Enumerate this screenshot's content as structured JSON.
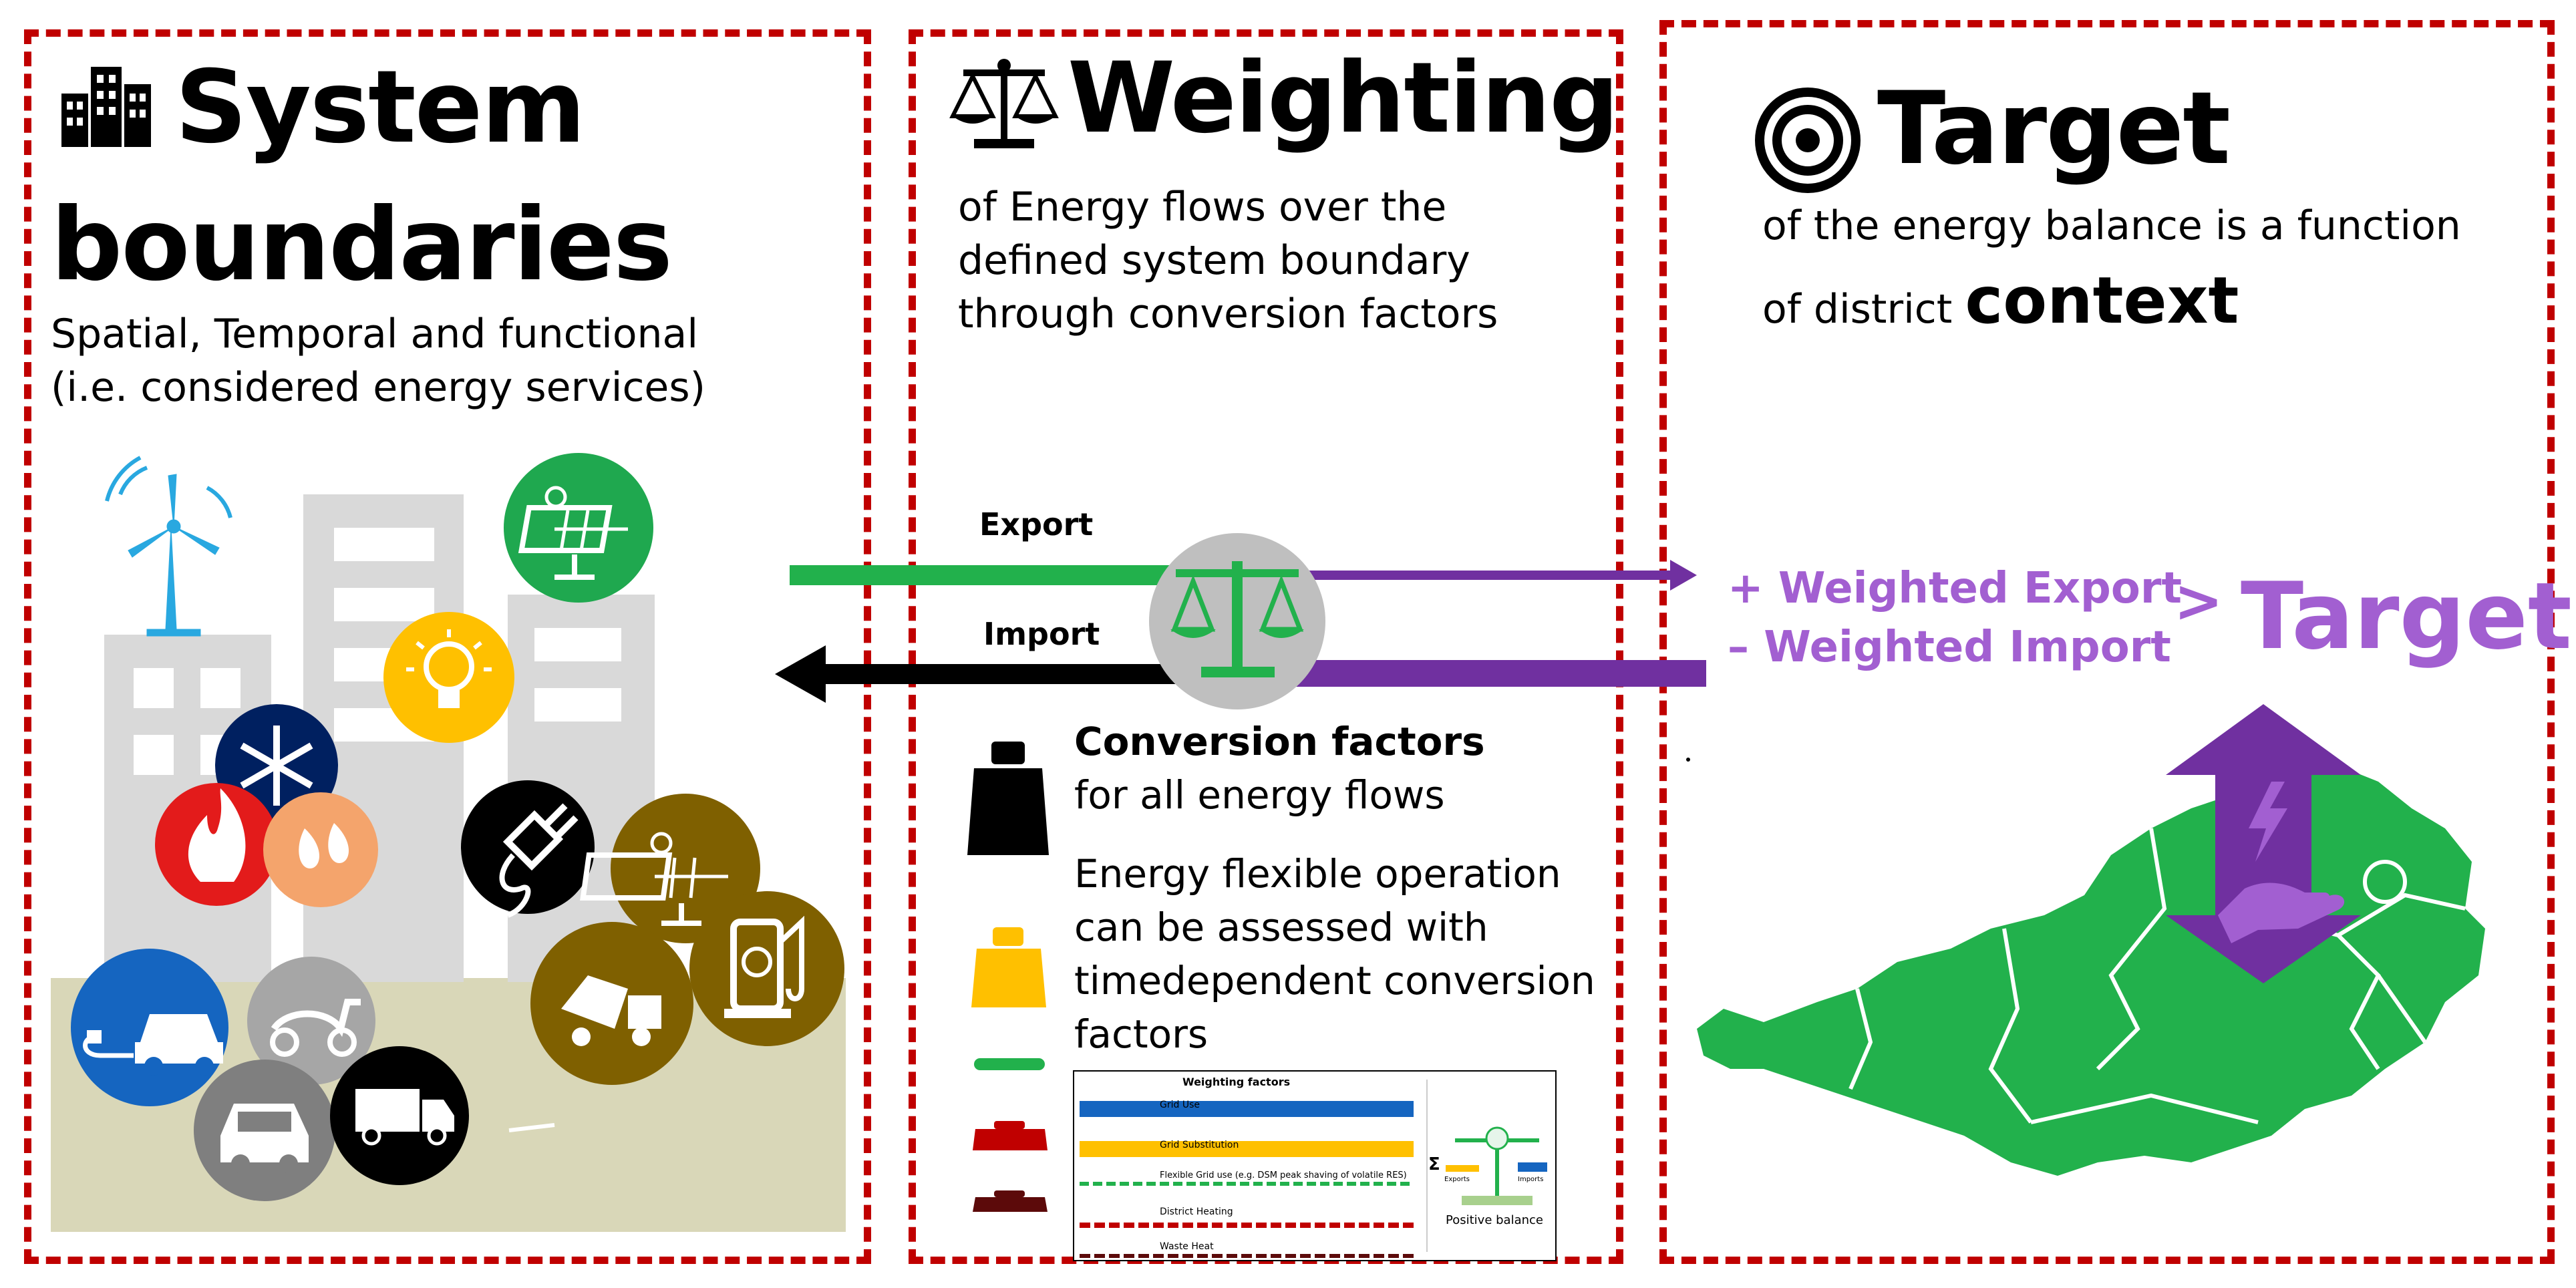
{
  "system": {
    "title_line1": "System",
    "title_line2": "boundaries",
    "desc": "Spatial, Temporal and functional (i.e. considered energy services)"
  },
  "weighting": {
    "title": "Weighting",
    "desc": "of Energy flows over the defined system boundary through conversion factors",
    "export_label": "Export",
    "import_label": "Import",
    "conv_title": "Conversion factors",
    "conv_sub": "for all energy flows",
    "flex_text": "Energy flexible operation can be assessed with timedependent conversion factors",
    "inset": {
      "title": "Weighting factors",
      "rows": [
        "Grid Use",
        "Grid Substitution",
        "Flexible Grid use (e.g. DSM peak shaving of volatile RES)",
        "District Heating",
        "Waste Heat"
      ],
      "sigma": "Σ",
      "balance_label": "Positive balance",
      "small_labels": [
        "Exports",
        "Imports"
      ]
    }
  },
  "target": {
    "title": "Target",
    "desc_line1": "of the energy balance is a function",
    "desc_prefix": "of district ",
    "desc_emph": "context",
    "formula_export": "+ Weighted Export",
    "formula_import": "– Weighted Import",
    "gt_sign": ">",
    "target_word": "Target"
  },
  "colors": {
    "boundary_red": "#c00000",
    "export_green": "#22b14c",
    "import_black": "#000000",
    "weighted_purple": "#7030a0",
    "target_text_purple": "#a25fd1",
    "austria_green": "#22b14c",
    "weight_yellow": "#ffc000",
    "weight_darkred": "#c00000",
    "weight_maroon": "#5c0a0a"
  },
  "icons": [
    "city-icon",
    "scale-icon",
    "target-icon",
    "wind-turbine-icon",
    "solar-panel-icon",
    "light-bulb-icon",
    "snowflake-icon",
    "fire-icon",
    "water-drops-icon",
    "plug-icon",
    "fuel-pump-icon",
    "concrete-mixer-icon",
    "electric-car-icon",
    "scooter-icon",
    "car-icon",
    "truck-icon",
    "weight-icon",
    "energy-hand-icon",
    "austria-map"
  ]
}
